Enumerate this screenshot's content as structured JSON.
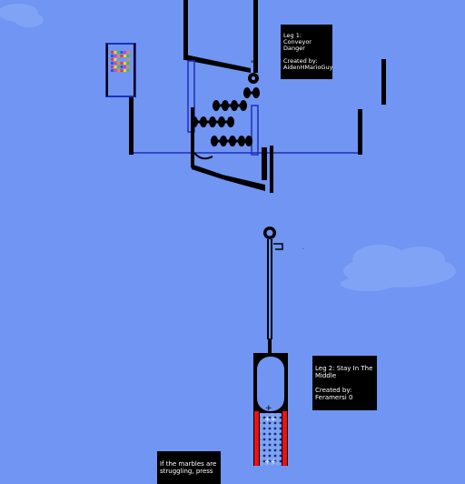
{
  "game": {
    "leg1": {
      "title": "Leg 1:  Conveyor\nDanger",
      "creator": "Created by:\nAidenHMarioGuy"
    },
    "leg2": {
      "title": "Leg 2: Stay In The\nMiddle",
      "creator": "Created by:\nFeramersi 0"
    },
    "hint": {
      "text": "If the marbles are\nstruggling, press"
    }
  },
  "colors": {
    "sky": "#7095f2",
    "cloud": "#80a3f6",
    "wall": "#000000",
    "guide_line": "#1f2fb8",
    "hazard_red": "#ee1111",
    "chamber_fill": "#7095f2",
    "marble_colors": [
      "#e33c3c",
      "#f0d22b",
      "#3fbf4f",
      "#2b55e0",
      "#c93fd1",
      "#f08a2b"
    ]
  },
  "icons": {
    "marble_dispenser": "marble-dispenser-icon",
    "spinner": "rotating-gear-icon"
  }
}
